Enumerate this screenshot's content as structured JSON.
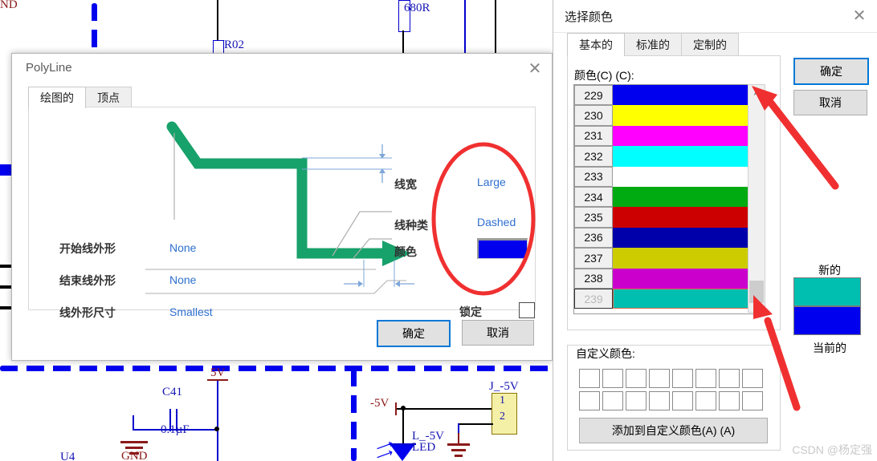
{
  "schematic": {
    "labels": [
      {
        "text": "ND",
        "color": "red"
      },
      {
        "text": "R02",
        "color": "blue"
      },
      {
        "text": "680R",
        "color": "blue"
      },
      {
        "text": "5V",
        "color": "red"
      },
      {
        "text": "C41",
        "color": "blue"
      },
      {
        "text": "0.1µF",
        "color": "blue"
      },
      {
        "text": "GND",
        "color": "red"
      },
      {
        "text": "U4",
        "color": "blue"
      },
      {
        "text": "-5V",
        "color": "red"
      },
      {
        "text": "J_-5V",
        "color": "blue"
      },
      {
        "text": "L_-5V",
        "color": "blue"
      },
      {
        "text": "LED",
        "color": "blue"
      },
      {
        "text": "1",
        "color": "blue"
      },
      {
        "text": "2",
        "color": "blue"
      }
    ]
  },
  "polyline_dialog": {
    "title": "PolyLine",
    "close_label": "✕",
    "tabs": [
      {
        "label": "绘图的",
        "active": true
      },
      {
        "label": "顶点",
        "active": false
      }
    ],
    "fields": [
      {
        "label": "开始线外形",
        "value": "None"
      },
      {
        "label": "结束线外形",
        "value": "None"
      },
      {
        "label": "线外形尺寸",
        "value": "Smallest"
      }
    ],
    "right_fields": [
      {
        "label": "线宽",
        "value": "Large"
      },
      {
        "label": "线种类",
        "value": "Dashed"
      },
      {
        "label": "颜色",
        "value": "",
        "swatch": "#0000EE"
      }
    ],
    "lock": {
      "label": "锁定",
      "checked": false
    },
    "ok_label": "确定",
    "cancel_label": "取消",
    "preview_line_color": "#17A16B"
  },
  "color_dialog": {
    "title": "选择颜色",
    "close_label": "✕",
    "tabs": [
      {
        "label": "基本的",
        "active": true
      },
      {
        "label": "标准的",
        "active": false
      },
      {
        "label": "定制的",
        "active": false
      }
    ],
    "color_list_label": "颜色(C) (C):",
    "color_rows": [
      {
        "index": "229",
        "color": "#0000EE",
        "selected": false
      },
      {
        "index": "230",
        "color": "#FFFF00",
        "selected": false
      },
      {
        "index": "231",
        "color": "#FF00FF",
        "selected": false
      },
      {
        "index": "232",
        "color": "#00FFFF",
        "selected": false
      },
      {
        "index": "233",
        "color": "#FFFFFF",
        "selected": false
      },
      {
        "index": "234",
        "color": "#00AA11",
        "selected": false
      },
      {
        "index": "235",
        "color": "#CC0000",
        "selected": false
      },
      {
        "index": "236",
        "color": "#0000AA",
        "selected": false
      },
      {
        "index": "237",
        "color": "#CCCC00",
        "selected": false
      },
      {
        "index": "238",
        "color": "#CC00CC",
        "selected": false
      },
      {
        "index": "239",
        "color": "#00BFB0",
        "selected": true
      }
    ],
    "scrollbar": {
      "up_glyph": "˄",
      "down_glyph": "˅"
    },
    "custom_colors_label": "自定义颜色:",
    "custom_swatch_count": 16,
    "add_custom_label": "添加到自定义颜色(A) (A)",
    "ok_label": "确定",
    "cancel_label": "取消",
    "preview": {
      "new_label": "新的",
      "new_color": "#00BFB0",
      "current_label": "当前的",
      "current_color": "#0000EE"
    }
  },
  "annotations": {
    "ellipse_color": "#F03030",
    "arrow_color": "#F03030"
  },
  "watermark": {
    "text": "CSDN @杨定强"
  }
}
